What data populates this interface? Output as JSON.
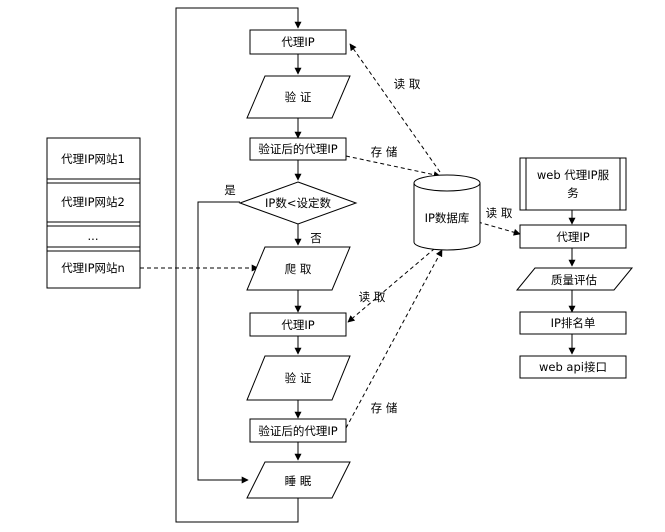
{
  "sites": {
    "site1": "代理IP网站1",
    "site2": "代理IP网站2",
    "dots": "...",
    "siten": "代理IP网站n"
  },
  "main_flow": {
    "proxy_ip_top": "代理IP",
    "verify_top": "验 证",
    "verified_top": "验证后的代理IP",
    "decision": "IP数<设定数",
    "yes": "是",
    "no": "否",
    "crawl": "爬 取",
    "proxy_ip_mid": "代理IP",
    "verify_mid": "验 证",
    "verified_mid": "验证后的代理IP",
    "sleep": "睡 眠"
  },
  "database": {
    "label": "IP数据库"
  },
  "edge_labels": {
    "read_top": "读 取",
    "store_top": "存 储",
    "read_right": "读 取",
    "read_mid": "读 取",
    "store_bottom": "存 储"
  },
  "service": {
    "title": "web 代理IP服务",
    "proxy_ip": "代理IP",
    "quality": "质量评估",
    "ranking": "IP排名单",
    "api": "web api接口"
  }
}
